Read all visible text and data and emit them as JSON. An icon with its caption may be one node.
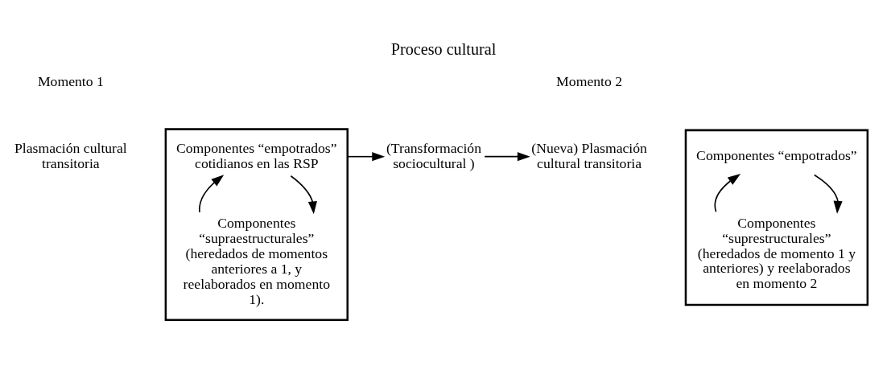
{
  "diagram": {
    "title": "Proceso cultural",
    "nodes": [
      {
        "text": [
          "Plasmación cultural transitoria"
        ]
      },
      {
        "text": [],
        "shape": "bracket"
      },
      {
        "text": [
          "Componentes “empotrados” cotidianos en las RSP"
        ],
        "in": 1
      },
      {
        "text": [
          "Componentes “supraestructurales” (heredados de momentos anteriores a 1, y reelaborados en momento 1)."
        ],
        "in": 1
      },
      {
        "text": [
          "(Transformación sociocultural )"
        ]
      },
      {
        "text": [
          "(Nueva) Plasmación cultural transitoria"
        ]
      },
      {
        "text": [],
        "shape": "bracket"
      },
      {
        "text": [
          "Componentes “empotrados”"
        ],
        "in": 6
      },
      {
        "text": [
          "Componentes “suprestructurales” (heredados de momento 1 y anteriores) y reelaborados en momento 2"
        ],
        "in": 6
      }
    ],
    "edges": [
      {
        "from": 2,
        "to": 3,
        "arrow": "to"
      },
      {
        "from": 3,
        "to": 2,
        "arrow": "to"
      },
      {
        "from": 1,
        "to": 4,
        "arrow": "to"
      },
      {
        "from": 4,
        "to": 5,
        "arrow": "to"
      },
      {
        "from": 7,
        "to": 8,
        "arrow": "to"
      },
      {
        "from": 8,
        "to": 7,
        "arrow": "to"
      }
    ],
    "labels": [
      "Momento 1",
      "Momento 2"
    ]
  }
}
